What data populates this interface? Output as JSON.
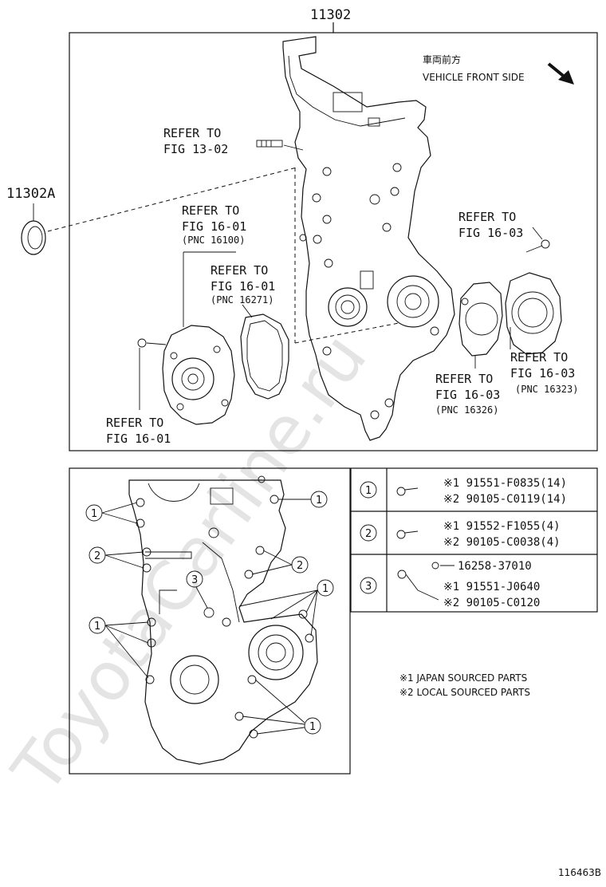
{
  "watermark": "ToyotaCarline.ru",
  "top": {
    "main_part": "11302",
    "seal_part": "11302A",
    "direction_jp": "車両前方",
    "direction_en": "VEHICLE FRONT SIDE",
    "refs": [
      {
        "l1": "REFER TO",
        "l2": "FIG 13-02",
        "pnc": ""
      },
      {
        "l1": "REFER TO",
        "l2": "FIG 16-01",
        "pnc": "(PNC 16100)"
      },
      {
        "l1": "REFER TO",
        "l2": "FIG 16-01",
        "pnc": "(PNC 16271)"
      },
      {
        "l1": "REFER TO",
        "l2": "FIG 16-03",
        "pnc": ""
      },
      {
        "l1": "REFER TO",
        "l2": "FIG 16-03",
        "pnc": "(PNC 16323)"
      },
      {
        "l1": "REFER TO",
        "l2": "FIG 16-03",
        "pnc": "(PNC 16326)"
      },
      {
        "l1": "REFER TO",
        "l2": "FIG 16-01",
        "pnc": ""
      }
    ]
  },
  "bolt_table": [
    {
      "num": "1",
      "lines": [
        "※1 91551-F0835(14)",
        "※2 90105-C0119(14)"
      ]
    },
    {
      "num": "2",
      "lines": [
        "※1 91552-F1055(4)",
        "※2 90105-C0038(4)"
      ]
    },
    {
      "num": "3",
      "lines": [
        "16258-37010",
        "※1 91551-J0640",
        "※2 90105-C0120"
      ]
    }
  ],
  "notes": [
    "※1 JAPAN SOURCED PARTS",
    "※2 LOCAL SOURCED PARTS"
  ],
  "callouts": {
    "one": "1",
    "two": "2",
    "three": "3"
  },
  "figure_id": "116463B"
}
